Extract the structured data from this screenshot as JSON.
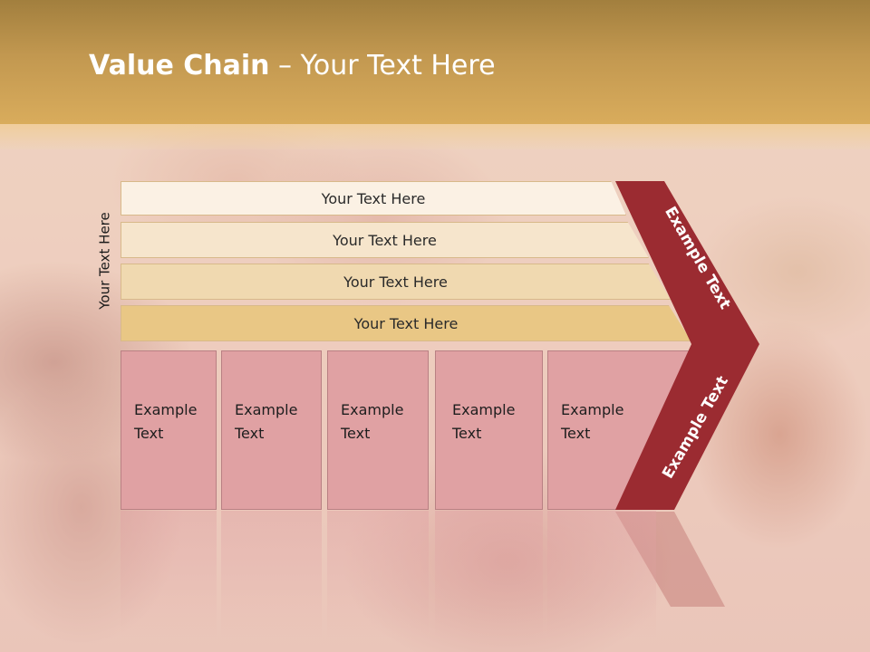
{
  "title": {
    "bold": "Value Chain",
    "rest": " – Your Text Here"
  },
  "side_label": "Your Text Here",
  "bars": [
    {
      "label": "Your Text Here"
    },
    {
      "label": "Your Text Here"
    },
    {
      "label": "Your Text Here"
    },
    {
      "label": "Your Text Here"
    }
  ],
  "columns": [
    {
      "line1": "Example",
      "line2": "Text"
    },
    {
      "line1": "Example",
      "line2": "Text"
    },
    {
      "line1": "Example",
      "line2": "Text"
    },
    {
      "line1": "Example",
      "line2": "Text"
    },
    {
      "line1": "Example",
      "line2": "Text"
    }
  ],
  "arrow_labels": {
    "upper": "Example Text",
    "lower": "Example Text"
  },
  "colors": {
    "header": "#c29850",
    "bar_fills": [
      "#fbf1e4",
      "#f6e5cc",
      "#f0d9b0",
      "#e9c785"
    ],
    "column_fill": "#e0a1a3",
    "chevron": "#9b2b31"
  }
}
